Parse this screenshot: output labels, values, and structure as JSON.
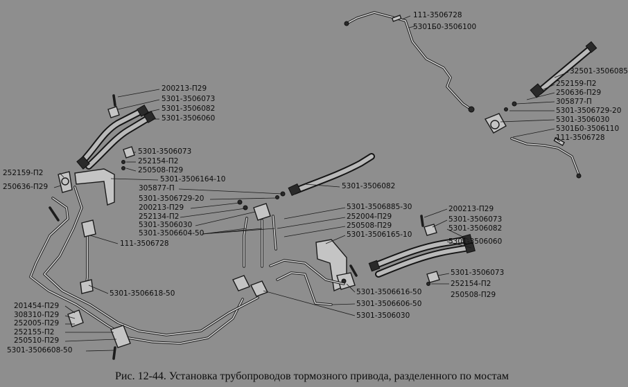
{
  "caption": "Рис. 12-44. Установка трубопроводов тормозного привода, разделенного по мостам",
  "colors": {
    "background": "#8e8e8e",
    "ink": "#0c0c0c"
  },
  "labels": {
    "l1": "111-3506728",
    "l2": "5301Б0-3506100",
    "l3": "32501-3506085",
    "l4": "252159-П2",
    "l5": "250636-П29",
    "l6": "305877-П",
    "l7": "5301-3506729-20",
    "l8": "5301-3506030",
    "l9": "5301Б0-3506110",
    "l10": "111-3506728",
    "l11": "200213-П29",
    "l12": "5301-3506073",
    "l13": "5301-3506082",
    "l14": "5301-3506060",
    "l15": "5301-3506073",
    "l16": "252154-П2",
    "l17": "250508-П29",
    "l18": "252159-П2",
    "l19": "5301-3506164-10",
    "l20": "250636-П29",
    "l21": "305877-П",
    "l22": "5301-3506082",
    "l23": "5301-3506729-20",
    "l24": "200213-П29",
    "l25": "252134-П2",
    "l26": "5301-3506030",
    "l27": "5301-3506604-50",
    "l28": "111-3506728",
    "l29": "5301-3506885-30",
    "l30": "252004-П29",
    "l31": "250508-П29",
    "l32": "5301-3506165-10",
    "l33": "200213-П29",
    "l34": "5301-3506073",
    "l35": "5301-3506082",
    "l36": "5301-3506060",
    "l37": "5301-3506073",
    "l38": "252154-П2",
    "l39": "250508-П29",
    "l40": "5301-3506618-50",
    "l41": "5301-3506616-50",
    "l42": "5301-3506606-50",
    "l43": "5301-3506030",
    "l44": "201454-П29",
    "l45": "308310-П29",
    "l46": "252005-П29",
    "l47": "252155-П2",
    "l48": "250510-П29",
    "l49": "5301-3506608-50"
  }
}
